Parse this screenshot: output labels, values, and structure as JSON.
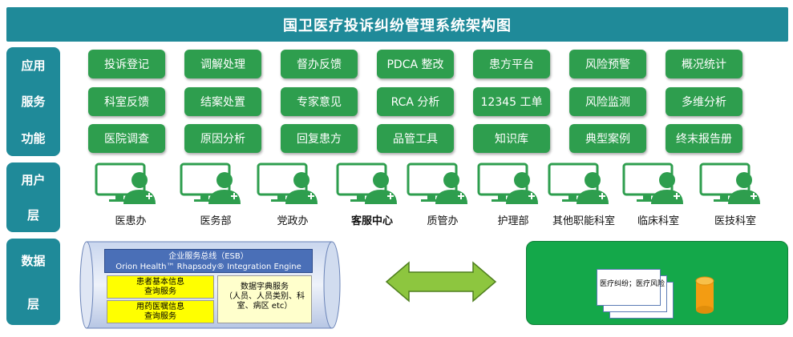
{
  "title": "国卫医疗投诉纠纷管理系统架构图",
  "layers": {
    "app": [
      "应用",
      "服务",
      "功能"
    ],
    "user": [
      "用户",
      "层"
    ],
    "data": [
      "数据",
      "层"
    ]
  },
  "functions": [
    [
      "投诉登记",
      "调解处理",
      "督办反馈",
      "PDCA 整改",
      "患方平台",
      "风险预警",
      "概况统计"
    ],
    [
      "科室反馈",
      "结案处置",
      "专家意见",
      "RCA 分析",
      "12345 工单",
      "风险监测",
      "多维分析"
    ],
    [
      "医院调查",
      "原因分析",
      "回复患方",
      "品管工具",
      "知识库",
      "典型案例",
      "终末报告册"
    ]
  ],
  "users": [
    "医患办",
    "医务部",
    "党政办",
    "客服中心",
    "质管办",
    "护理部",
    "其他职能科室",
    "临床科室",
    "医技科室"
  ],
  "esb": {
    "line1": "企业服务总线（ESB）",
    "line2": "Orion Health™ Rhapsody® Integration Engine"
  },
  "services": {
    "patient": [
      "患者基本信息",
      "查询服务"
    ],
    "medication": [
      "用药医嘱信息",
      "查询服务"
    ],
    "dictionary": [
      "数据字典服务",
      "（人员、人员类别、科",
      "室、病区 etc）"
    ]
  },
  "data_doc_label": "医疗纠纷；医疗风险",
  "colors": {
    "teal": "#1f8a99",
    "green_button": "#2e9e4e",
    "esb_blue": "#4a6fb7",
    "yellow": "#ffff00",
    "panel_green": "#14a84a"
  }
}
